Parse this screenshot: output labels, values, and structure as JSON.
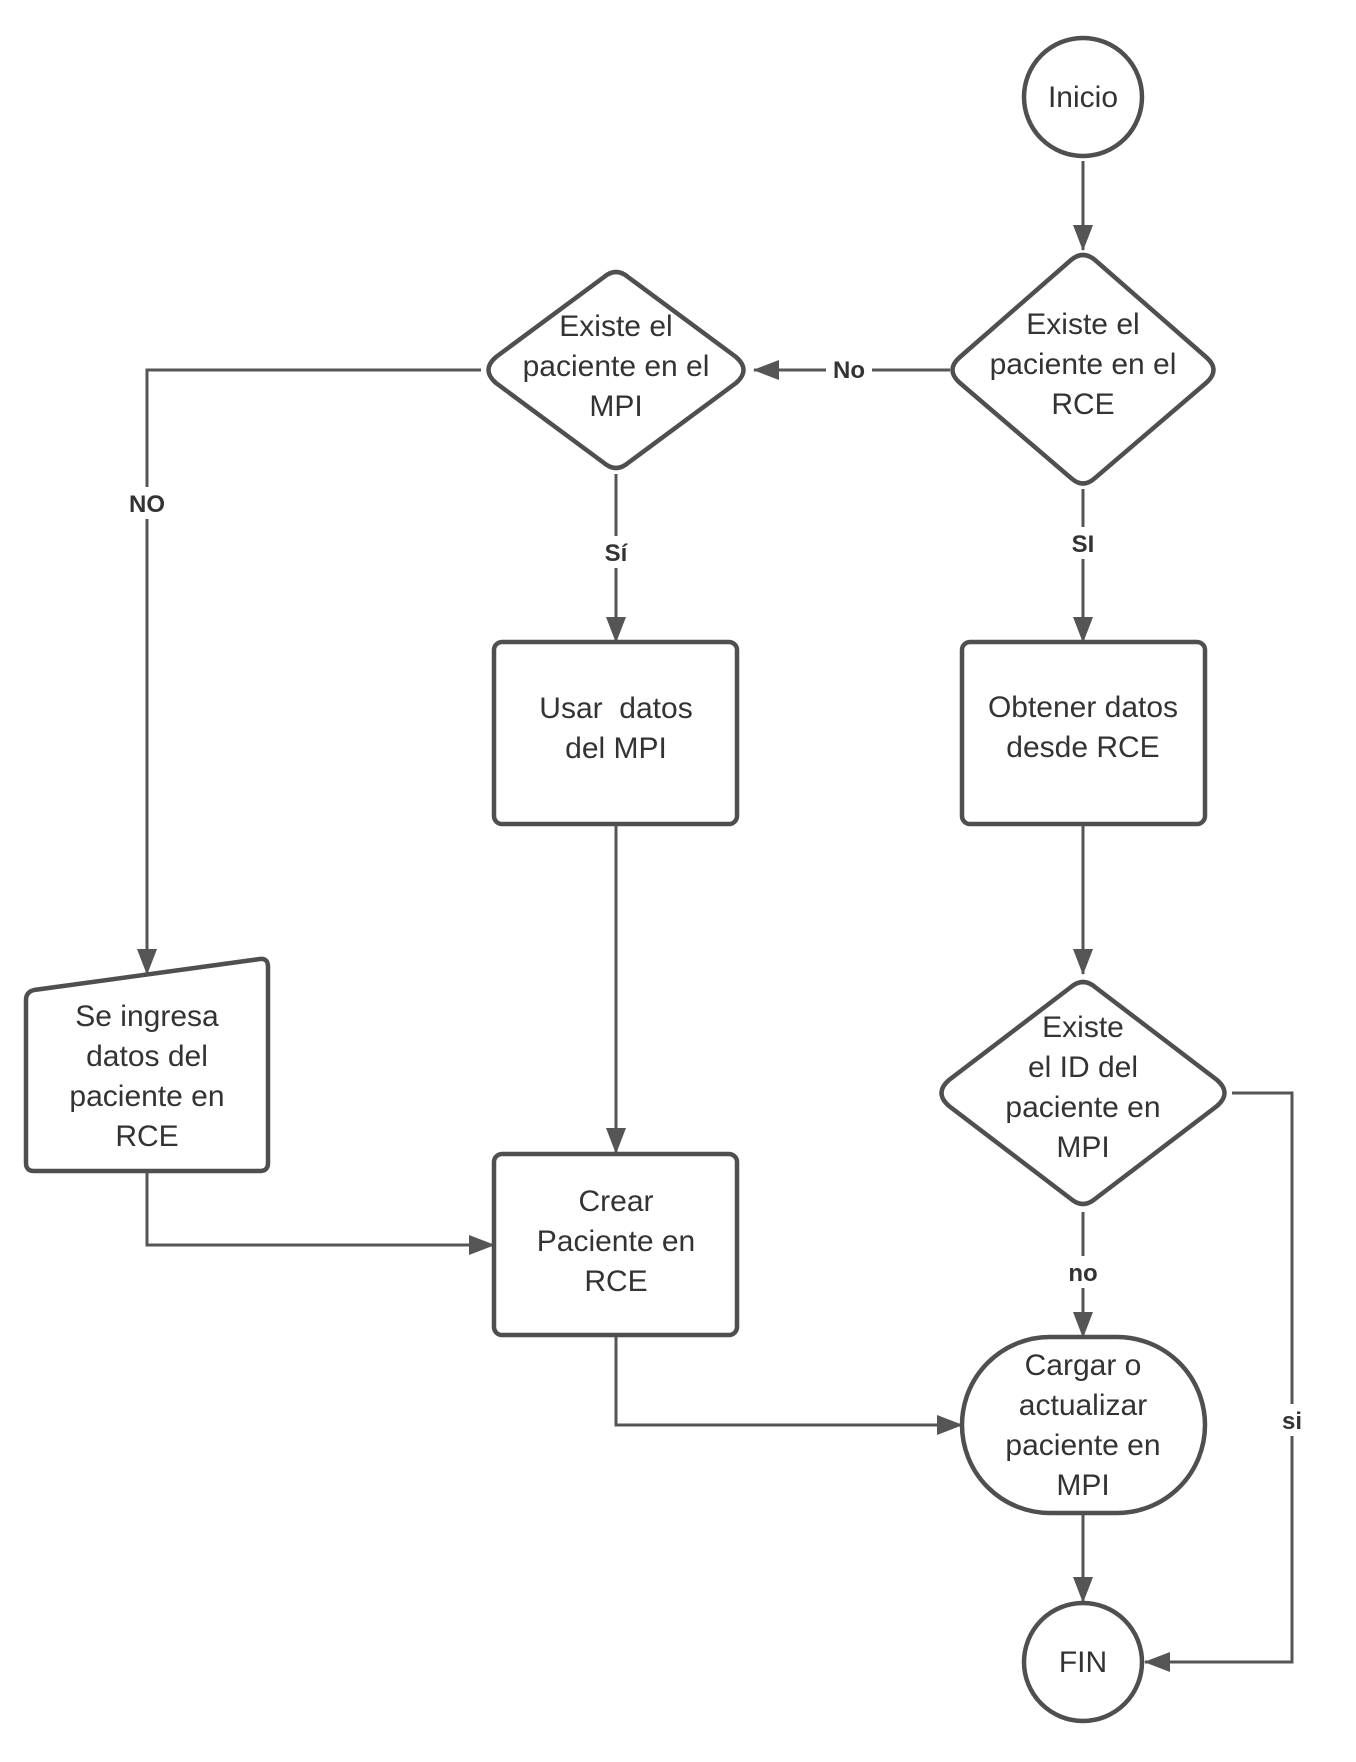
{
  "nodes": {
    "inicio": {
      "lines": [
        "Inicio"
      ]
    },
    "existe_rce": {
      "lines": [
        "Existe el",
        "paciente en el",
        "RCE"
      ]
    },
    "existe_mpi": {
      "lines": [
        "Existe el",
        "paciente en el",
        "MPI"
      ]
    },
    "usar_datos": {
      "lines": [
        "Usar  datos",
        "del MPI"
      ]
    },
    "obtener_datos": {
      "lines": [
        "Obtener datos",
        "desde RCE"
      ]
    },
    "ingresa_datos": {
      "lines": [
        "Se ingresa",
        "datos del",
        "paciente en",
        "RCE"
      ]
    },
    "existe_id": {
      "lines": [
        "Existe",
        "el ID del",
        "paciente en",
        "MPI"
      ]
    },
    "crear_paciente": {
      "lines": [
        "Crear",
        "Paciente en",
        "RCE"
      ]
    },
    "cargar_mpi": {
      "lines": [
        "Cargar o",
        "actualizar",
        "paciente en",
        "MPI"
      ]
    },
    "fin": {
      "lines": [
        "FIN"
      ]
    }
  },
  "edge_labels": {
    "rce_no": "No",
    "rce_si": "SI",
    "mpi_no": "NO",
    "mpi_si": "Sí",
    "id_no": "no",
    "id_si": "si"
  }
}
